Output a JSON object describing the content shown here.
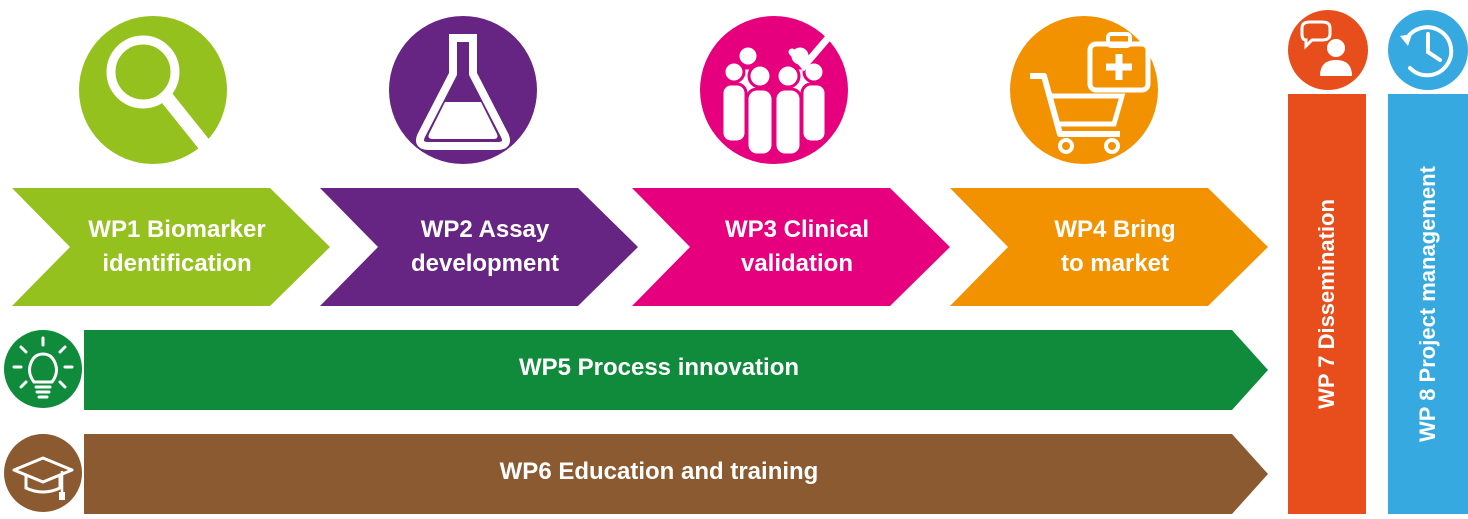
{
  "colors": {
    "wp1": "#95c11f",
    "wp2": "#662483",
    "wp3": "#e6007e",
    "wp4": "#f39200",
    "wp5": "#0f8b3b",
    "wp6": "#8b5a30",
    "wp7": "#e84e1b",
    "wp8": "#36a9e1"
  },
  "workpackages": [
    {
      "id": "wp1",
      "line1": "WP1 Biomarker",
      "line2": "identification",
      "icon": "magnifier-icon"
    },
    {
      "id": "wp2",
      "line1": "WP2 Assay",
      "line2": "development",
      "icon": "flask-icon"
    },
    {
      "id": "wp3",
      "line1": "WP3 Clinical",
      "line2": "validation",
      "icon": "people-check-icon"
    },
    {
      "id": "wp4",
      "line1": "WP4 Bring",
      "line2": "to market",
      "icon": "cart-medkit-icon"
    }
  ],
  "wp5": {
    "label": "WP5 Process innovation",
    "icon": "lightbulb-icon"
  },
  "wp6": {
    "label": "WP6 Education and training",
    "icon": "graduation-cap-icon"
  },
  "wp7": {
    "label": "WP 7 Dissemination",
    "icon": "user-speech-icon"
  },
  "wp8": {
    "label": "WP 8 Project management",
    "icon": "clock-icon"
  }
}
